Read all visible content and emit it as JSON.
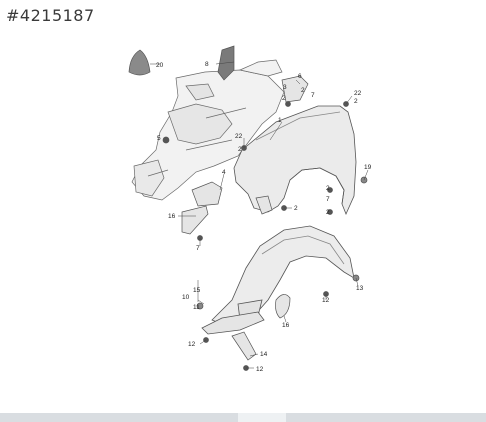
{
  "header": {
    "part_number": "#4215187"
  },
  "callouts": {
    "c1": "1",
    "c2a": "2",
    "c2b": "2",
    "c2c": "2",
    "c2d": "2",
    "c2e": "2",
    "c2f": "2",
    "c2g": "2",
    "c3": "3",
    "c4": "4",
    "c5": "5",
    "c6": "6",
    "c7a": "7",
    "c7b": "7",
    "c8": "8",
    "c10": "10",
    "c11": "11",
    "c12a": "12",
    "c12b": "12",
    "c12c": "12",
    "c13": "13",
    "c14": "14",
    "c15": "15",
    "c16a": "16",
    "c16b": "16",
    "c19": "19",
    "c20": "20",
    "c22a": "22",
    "c22b": "22"
  },
  "colors": {
    "part_fill": "#eeeeee",
    "part_stroke": "#555555",
    "highlight": "#e0a03a"
  }
}
